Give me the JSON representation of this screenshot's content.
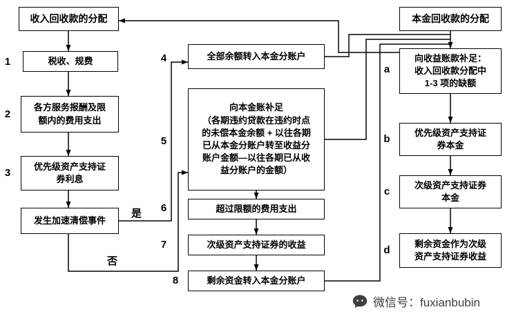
{
  "colors": {
    "line": "#000000",
    "box_border": "#000000",
    "watermark": "#3d3d3d"
  },
  "left_flow": {
    "title": "收入回收款的分配",
    "steps": [
      {
        "num": "1",
        "label": "税收、规费"
      },
      {
        "num": "2",
        "label": "各方服务报酬及限\n额内的费用支出"
      },
      {
        "num": "3",
        "label": "优先级资产支持证\n券利息"
      }
    ],
    "decision": {
      "label": "发生加速清偿事件",
      "yes": "是",
      "no": "否"
    }
  },
  "middle_flow": {
    "steps": [
      {
        "num": "4",
        "label": "全部余额转入本金分账户"
      },
      {
        "num": "5",
        "label": "向本金账补足\n（各期违约贷款在违约时点\n的未偿本金余额 + 以往各期\n已从本金分账户转至收益分\n账户金额—以往各期已从收\n益分账户的金额）"
      },
      {
        "num": "6",
        "label": "超过限额的费用支出"
      },
      {
        "num": "7",
        "label": "次级资产支持证券的收益"
      },
      {
        "num": "8",
        "label": "剩余资金转入本金分账户"
      }
    ]
  },
  "right_flow": {
    "title": "本金回收款的分配",
    "steps": [
      {
        "num": "a",
        "label": "向收益账款补足：\n收入回收款分配中\n1-3 项的缺额"
      },
      {
        "num": "b",
        "label": "优先级资产支持证\n券本金"
      },
      {
        "num": "c",
        "label": "次级资产支持证券\n本金"
      },
      {
        "num": "d",
        "label": "剩余资金作为次级\n资产支持证券收益"
      }
    ]
  },
  "watermark": {
    "label": "微信号：fuxianbubin"
  }
}
